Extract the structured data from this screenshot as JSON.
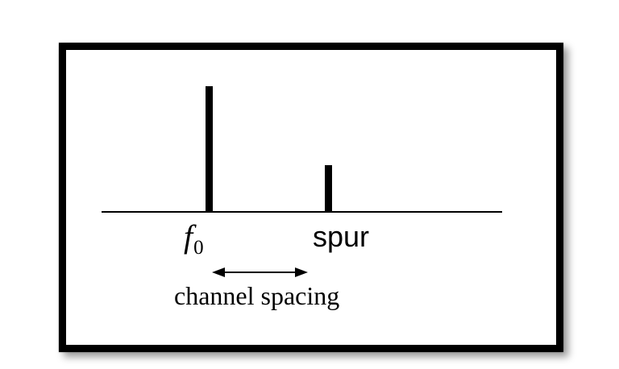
{
  "figure": {
    "background_color": "#ffffff",
    "ink_color": "#000000",
    "frame_border_color": "#000000",
    "spectrum": {
      "axis": {
        "orientation": "horizontal"
      },
      "carrier": {
        "label_base": "f",
        "label_subscript": "0",
        "relative_height": 1.0
      },
      "spur": {
        "label": "spur",
        "relative_height": 0.36
      },
      "separation": {
        "label": "channel spacing"
      }
    }
  }
}
